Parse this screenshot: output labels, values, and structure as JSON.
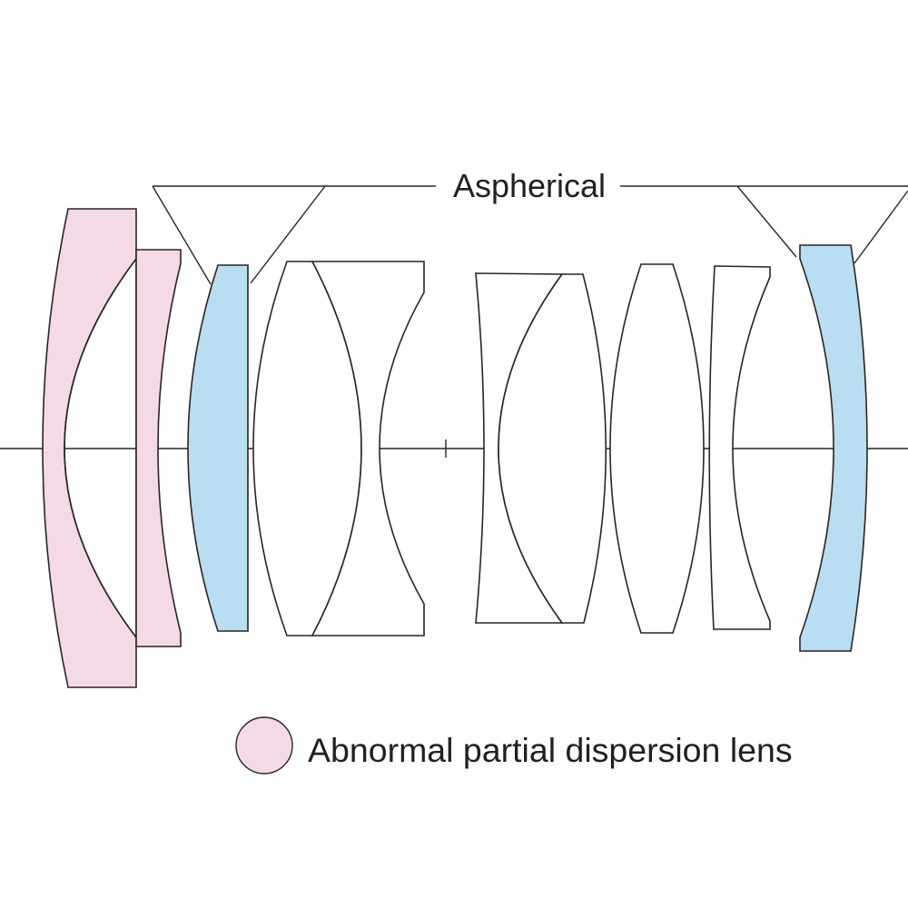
{
  "annotation": {
    "aspherical": "Aspherical"
  },
  "legend": {
    "label": "Abnormal partial dispersion lens"
  },
  "colors": {
    "abnormal_dispersion": "#f4d9e6",
    "aspherical": "#b9ddf1",
    "plain": "#ffffff",
    "stroke": "#2b2424"
  },
  "lens_groups": [
    {
      "id": 1,
      "type": "abnormal-dispersion"
    },
    {
      "id": 2,
      "type": "abnormal-dispersion"
    },
    {
      "id": 3,
      "type": "aspherical"
    },
    {
      "id": 4,
      "type": "plain"
    },
    {
      "id": 5,
      "type": "plain"
    },
    {
      "id": 6,
      "type": "plain"
    },
    {
      "id": 7,
      "type": "plain"
    },
    {
      "id": 8,
      "type": "plain"
    },
    {
      "id": 9,
      "type": "plain"
    },
    {
      "id": 10,
      "type": "aspherical"
    }
  ]
}
